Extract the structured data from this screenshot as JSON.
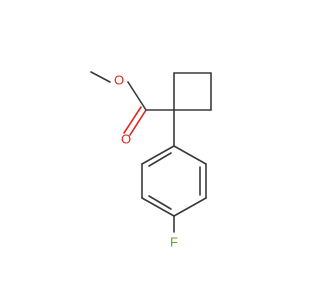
{
  "molecule": {
    "atoms": {
      "ester_oxygen": {
        "symbol": "O",
        "color": "#e0261c"
      },
      "carbonyl_oxygen": {
        "symbol": "O",
        "color": "#e0261c"
      },
      "fluorine": {
        "symbol": "F",
        "color": "#66aa22"
      }
    },
    "bond_color": "#3a3a3a"
  }
}
